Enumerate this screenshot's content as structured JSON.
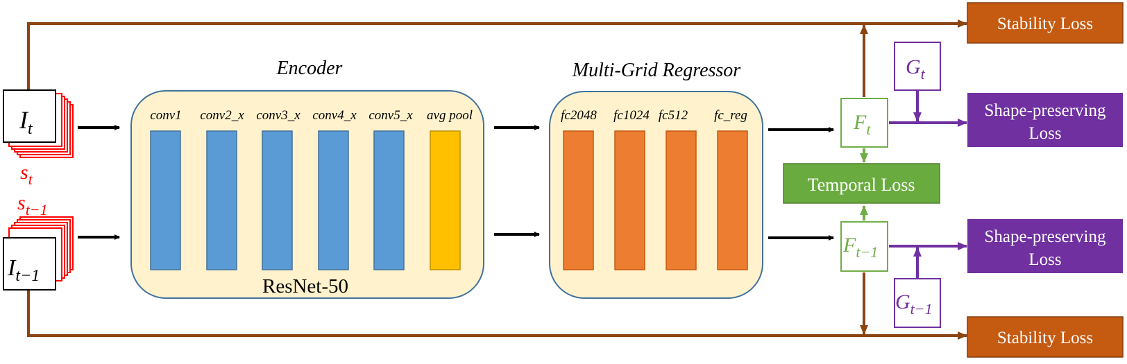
{
  "encoder": {
    "title": "Encoder",
    "backbone": "ResNet-50",
    "layers": [
      "conv1",
      "conv2_x",
      "conv3_x",
      "conv4_x",
      "conv5_x",
      "avg pool"
    ]
  },
  "regressor": {
    "title": "Multi-Grid Regressor",
    "layers": [
      "fc2048",
      "fc1024",
      "fc512",
      "fc_reg"
    ]
  },
  "inputs": {
    "current": {
      "symbol": "I",
      "sub": "t"
    },
    "previous": {
      "symbol": "I",
      "sub": "t−1"
    },
    "stack_current": {
      "symbol": "s",
      "sub": "t"
    },
    "stack_previous": {
      "symbol": "s",
      "sub": "t−1"
    }
  },
  "features": {
    "current": {
      "symbol": "F",
      "sub": "t"
    },
    "previous": {
      "symbol": "F",
      "sub": "t−1"
    }
  },
  "ground_truth": {
    "current": {
      "symbol": "G",
      "sub": "t"
    },
    "previous": {
      "symbol": "G",
      "sub": "t−1"
    }
  },
  "losses": {
    "stability_top": "Stability Loss",
    "stability_bottom": "Stability Loss",
    "shape_top_line1": "Shape-preserving",
    "shape_top_line2": "Loss",
    "shape_bottom_line1": "Shape-preserving",
    "shape_bottom_line2": "Loss",
    "temporal": "Temporal Loss"
  },
  "colors": {
    "brown": "#8B4513",
    "stability_fill": "#C55A11",
    "purple": "#7030A0",
    "green": "#70AD47",
    "temporal_fill": "#6AAB3F",
    "encoder_bg": "#FFF2CC",
    "panel_border": "#41719C",
    "conv_blue": "#5B9BD5",
    "pool_yellow": "#FFC000",
    "fc_orange": "#ED7D31",
    "stack_red": "#FF0000"
  }
}
